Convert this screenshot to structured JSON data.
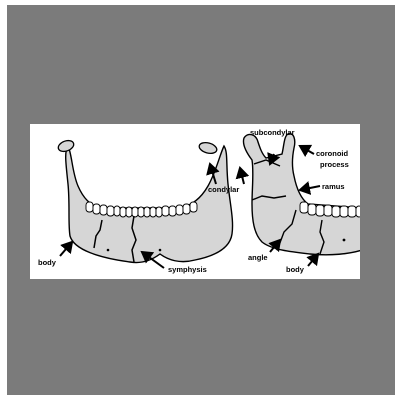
{
  "colors": {
    "background": "#7b7b7b",
    "figure_background": "#ffffff",
    "bone": "#d8d8d8",
    "outline": "#000000"
  },
  "labels": {
    "body_left": "body",
    "symphysis": "symphysis",
    "condylar": "condylar",
    "subcondylar": "subcondylar",
    "coronoid_1": "coronoid",
    "coronoid_2": "process",
    "ramus": "ramus",
    "angle": "angle",
    "body_right": "body"
  }
}
